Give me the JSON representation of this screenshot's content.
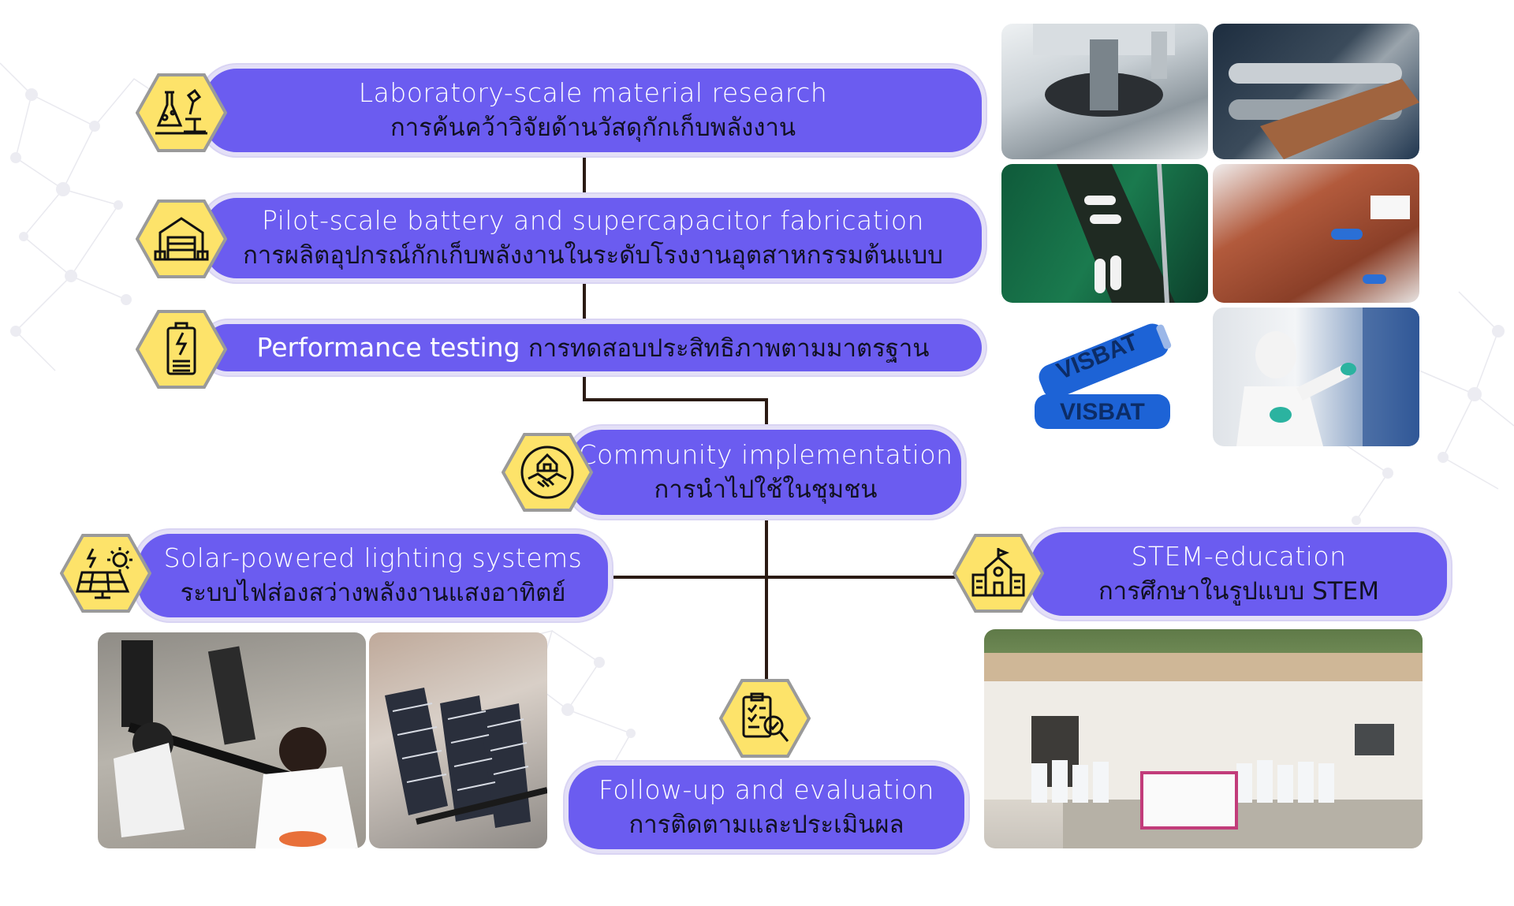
{
  "steps": {
    "lab": {
      "en": "Laboratory-scale material research",
      "th": "การค้นคว้าวิจัยด้านวัสดุกักเก็บพลังงาน",
      "icon": "laboratory-flask-microscope-icon"
    },
    "pilot": {
      "en": "Pilot-scale battery and supercapacitor fabrication",
      "th": "การผลิตอุปกรณ์กักเก็บพลังงานในระดับโรงงานอุตสาหกรรมต้นแบบ",
      "icon": "factory-warehouse-icon"
    },
    "testing": {
      "en": "Performance testing",
      "th": "การทดสอบประสิทธิภาพตามมาตรฐาน",
      "icon": "battery-checklist-icon"
    },
    "community": {
      "en": "Community implementation",
      "th": "การนำไปใช้ในชุมชน",
      "icon": "house-handshake-icon"
    },
    "solar": {
      "en": "Solar-powered lighting systems",
      "th": "ระบบไฟส่องสว่างพลังงานแสงอาทิตย์",
      "icon": "solar-panel-sun-icon"
    },
    "stem": {
      "en": "STEM-education",
      "th": "การศึกษาในรูปแบบ STEM",
      "icon": "school-building-icon"
    },
    "followup": {
      "en": "Follow-up and  evaluation",
      "th": "การติดตามและประเมินผล",
      "icon": "checklist-magnifier-icon"
    }
  },
  "brand": {
    "battery_label_1": "VISBAT",
    "battery_label_2": "VISBAT"
  },
  "colors": {
    "pill": "#6b5cf0",
    "pill_border": "#e4e0f7",
    "hex_fill": "#fde36a",
    "hex_stroke": "#9a9a9a",
    "connector": "#2b1b14",
    "thai_text": "#111122",
    "english_text": "#ffffff"
  }
}
